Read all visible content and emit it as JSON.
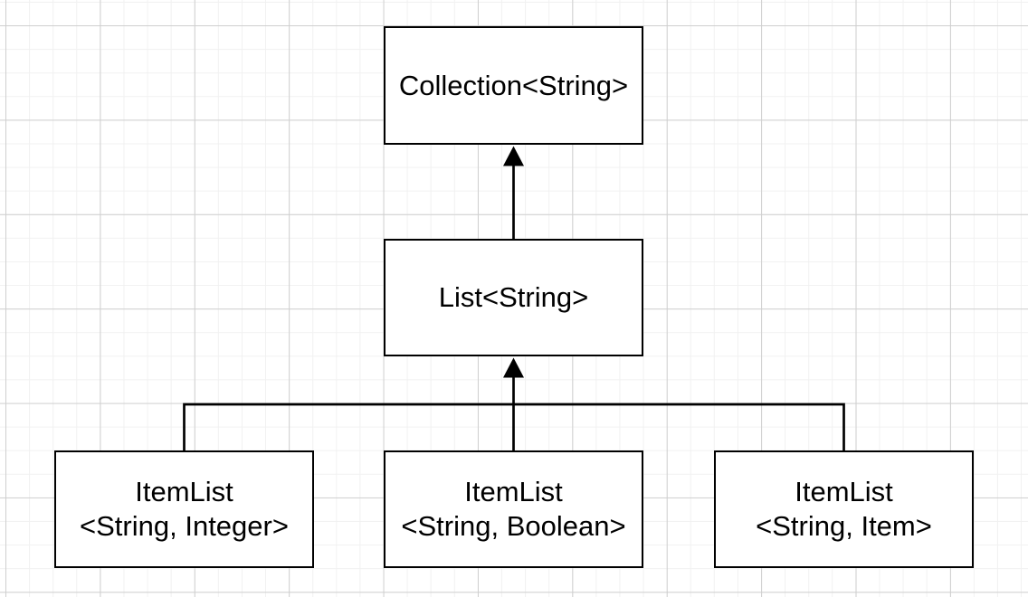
{
  "canvas": {
    "background_color": "#ffffff",
    "grid_minor_color": "#f1f1f1",
    "grid_major_color": "#cfcfcf"
  },
  "colors": {
    "node_fill": "#ffffff",
    "node_border": "#000000",
    "edge": "#000000"
  },
  "nodes": {
    "collection": {
      "label": "Collection<String>"
    },
    "list": {
      "label": "List<String>"
    },
    "itemlist_integer": {
      "name": "ItemList",
      "type_params": "<String, Integer>"
    },
    "itemlist_boolean": {
      "name": "ItemList",
      "type_params": "<String, Boolean>"
    },
    "itemlist_item": {
      "name": "ItemList",
      "type_params": "<String, Item>"
    }
  },
  "edges": [
    {
      "from": "List<String>",
      "to": "Collection<String>",
      "style": "solid-line-filled-arrow"
    },
    {
      "from": "ItemList<String, Integer>",
      "to": "List<String>",
      "style": "solid-line-filled-arrow"
    },
    {
      "from": "ItemList<String, Boolean>",
      "to": "List<String>",
      "style": "solid-line-filled-arrow"
    },
    {
      "from": "ItemList<String, Item>",
      "to": "List<String>",
      "style": "solid-line-filled-arrow"
    }
  ]
}
